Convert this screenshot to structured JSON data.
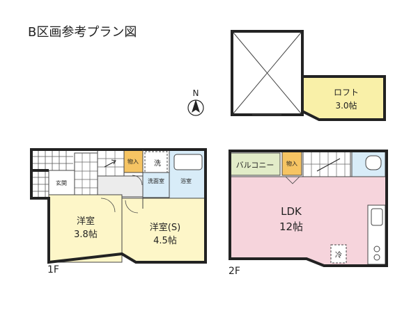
{
  "title": "B区画参考プラン図",
  "compass": {
    "label": "N",
    "icon": "north-arrow-icon"
  },
  "floor1": {
    "label": "1F",
    "rooms": {
      "western1": {
        "name": "洋室",
        "size": "3.8帖"
      },
      "western2": {
        "name": "洋室(S)",
        "size": "4.5帖"
      },
      "storage": "物入",
      "washing_machine": "洗",
      "washroom": "洗面室",
      "bathroom": "浴室",
      "entrance": "玄関"
    }
  },
  "floor2": {
    "label": "2F",
    "rooms": {
      "balcony": "バルコニー",
      "storage": "物入",
      "ldk": {
        "name": "LDK",
        "size": "12帖"
      },
      "fridge": "冷"
    }
  },
  "loft": {
    "name": "ロフト",
    "size": "3.0帖"
  },
  "colors": {
    "wall": "#222222",
    "western_room": "#fdf6c8",
    "storage": "#f6c463",
    "washroom": "#d8ecf8",
    "ldk": "#f6d4dc",
    "balcony": "#e2ecc8",
    "loft": "#f9f0a8",
    "hall": "#ececec",
    "accent": "#f4a62a"
  }
}
